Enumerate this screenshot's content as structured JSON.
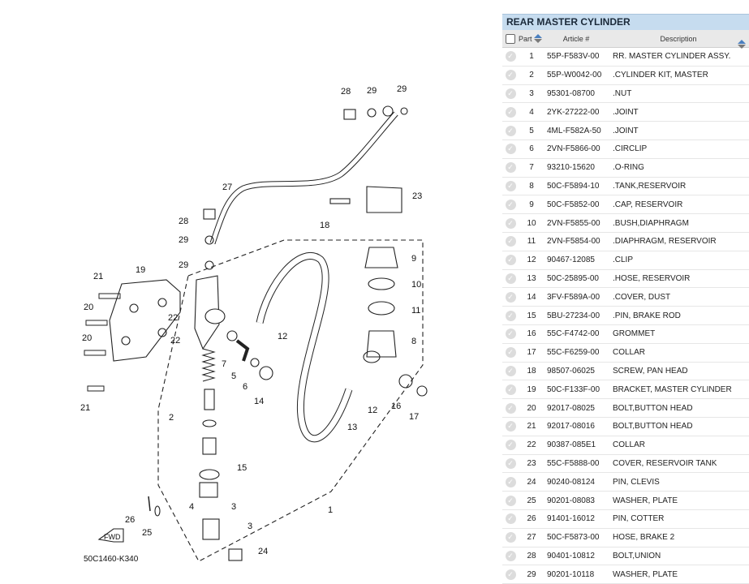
{
  "diagram": {
    "code": "50C1460-K340",
    "fwd_label": "FWD",
    "callouts": [
      "1",
      "2",
      "3",
      "3",
      "4",
      "5",
      "6",
      "7",
      "8",
      "9",
      "10",
      "11",
      "12",
      "12",
      "13",
      "14",
      "15",
      "16",
      "17",
      "18",
      "19",
      "20",
      "20",
      "21",
      "21",
      "22",
      "22",
      "23",
      "24",
      "25",
      "26",
      "27",
      "28",
      "28",
      "29",
      "29",
      "29",
      "29"
    ]
  },
  "table": {
    "title": "REAR MASTER CYLINDER",
    "headers": {
      "part": "Part",
      "article": "Article #",
      "description": "Description"
    },
    "rows": [
      {
        "part": "1",
        "article": "55P-F583V-00",
        "description": "RR. MASTER CYLINDER ASSY."
      },
      {
        "part": "2",
        "article": "55P-W0042-00",
        "description": ".CYLINDER KIT, MASTER"
      },
      {
        "part": "3",
        "article": "95301-08700",
        "description": ".NUT"
      },
      {
        "part": "4",
        "article": "2YK-27222-00",
        "description": ".JOINT"
      },
      {
        "part": "5",
        "article": "4ML-F582A-50",
        "description": ".JOINT"
      },
      {
        "part": "6",
        "article": "2VN-F5866-00",
        "description": ".CIRCLIP"
      },
      {
        "part": "7",
        "article": "93210-15620",
        "description": ".O-RING"
      },
      {
        "part": "8",
        "article": "50C-F5894-10",
        "description": ".TANK,RESERVOIR"
      },
      {
        "part": "9",
        "article": "50C-F5852-00",
        "description": ".CAP, RESERVOIR"
      },
      {
        "part": "10",
        "article": "2VN-F5855-00",
        "description": ".BUSH,DIAPHRAGM"
      },
      {
        "part": "11",
        "article": "2VN-F5854-00",
        "description": ".DIAPHRAGM, RESERVOIR"
      },
      {
        "part": "12",
        "article": "90467-12085",
        "description": ".CLIP"
      },
      {
        "part": "13",
        "article": "50C-25895-00",
        "description": ".HOSE, RESERVOIR"
      },
      {
        "part": "14",
        "article": "3FV-F589A-00",
        "description": ".COVER, DUST"
      },
      {
        "part": "15",
        "article": "5BU-27234-00",
        "description": ".PIN, BRAKE ROD"
      },
      {
        "part": "16",
        "article": "55C-F4742-00",
        "description": "GROMMET"
      },
      {
        "part": "17",
        "article": "55C-F6259-00",
        "description": "COLLAR"
      },
      {
        "part": "18",
        "article": "98507-06025",
        "description": "SCREW, PAN HEAD"
      },
      {
        "part": "19",
        "article": "50C-F133F-00",
        "description": "BRACKET, MASTER CYLINDER"
      },
      {
        "part": "20",
        "article": "92017-08025",
        "description": "BOLT,BUTTON HEAD"
      },
      {
        "part": "21",
        "article": "92017-08016",
        "description": "BOLT,BUTTON HEAD"
      },
      {
        "part": "22",
        "article": "90387-085E1",
        "description": "COLLAR"
      },
      {
        "part": "23",
        "article": "55C-F5888-00",
        "description": "COVER, RESERVOIR TANK"
      },
      {
        "part": "24",
        "article": "90240-08124",
        "description": "PIN, CLEVIS"
      },
      {
        "part": "25",
        "article": "90201-08083",
        "description": "WASHER, PLATE"
      },
      {
        "part": "26",
        "article": "91401-16012",
        "description": "PIN, COTTER"
      },
      {
        "part": "27",
        "article": "50C-F5873-00",
        "description": "HOSE, BRAKE 2"
      },
      {
        "part": "28",
        "article": "90401-10812",
        "description": "BOLT,UNION"
      },
      {
        "part": "29",
        "article": "90201-10118",
        "description": "WASHER, PLATE"
      }
    ]
  }
}
